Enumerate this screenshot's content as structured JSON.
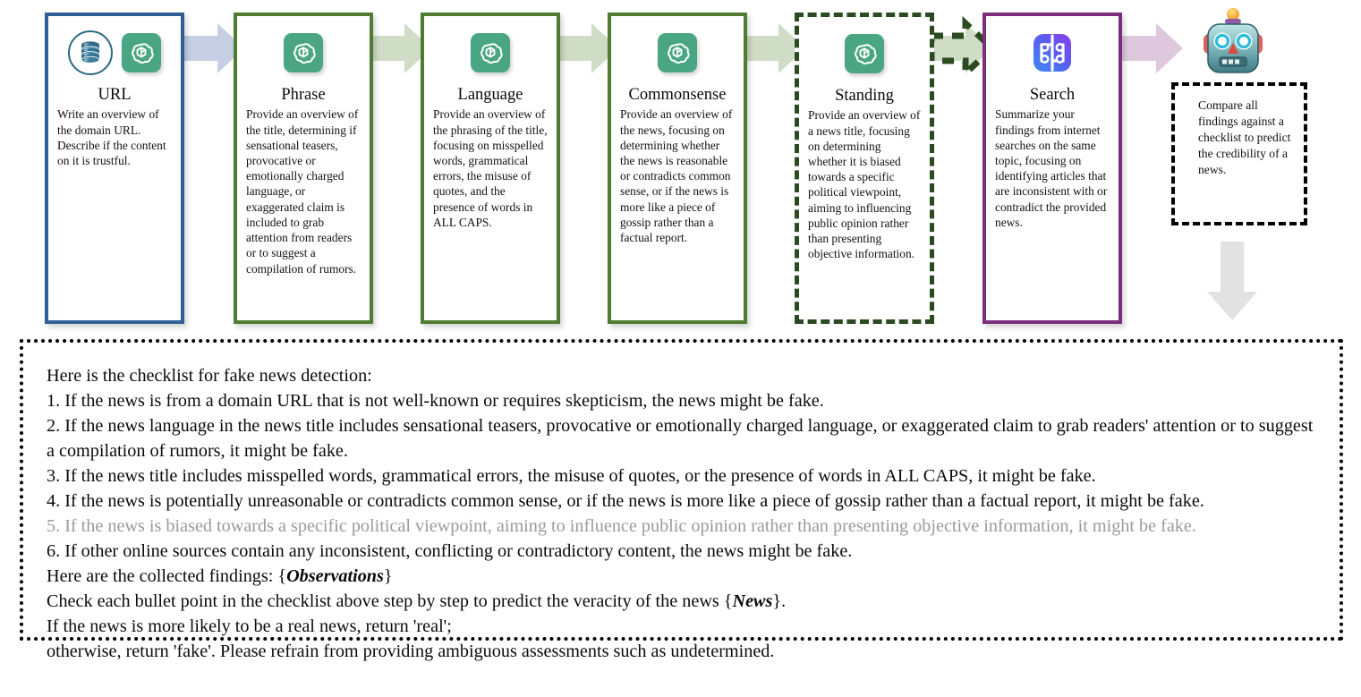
{
  "pipeline": {
    "cards": [
      {
        "id": "url",
        "title": "URL",
        "body": "Write an overview of the domain URL. Describe if the content on it is trustful.",
        "border_style": "solid",
        "border_color": "#2e5f96",
        "icons": [
          "database-icon",
          "openai-icon"
        ]
      },
      {
        "id": "phrase",
        "title": "Phrase",
        "body": "Provide an overview of the title, determining if sensational teasers, provocative or emotionally charged language, or exaggerated claim is included to grab attention from readers or to suggest a compilation of rumors.",
        "border_style": "solid",
        "border_color": "#4e7d32",
        "icons": [
          "openai-icon"
        ]
      },
      {
        "id": "language",
        "title": "Language",
        "body": "Provide an overview of the phrasing of the title, focusing on misspelled words, grammatical errors, the misuse of quotes, and the presence of words in ALL CAPS.",
        "border_style": "solid",
        "border_color": "#4e7d32",
        "icons": [
          "openai-icon"
        ]
      },
      {
        "id": "commonsense",
        "title": "Commonsense",
        "body": "Provide an overview of the news, focusing on determining whether the news is reasonable or contradicts common sense, or if the news is more like a piece of gossip rather than a factual report.",
        "border_style": "solid",
        "border_color": "#4e7d32",
        "icons": [
          "openai-icon"
        ]
      },
      {
        "id": "standing",
        "title": "Standing",
        "body": "Provide an overview of a news title, focusing on determining whether it is biased towards a specific political viewpoint, aiming to influencing public opinion rather than presenting objective information.",
        "border_style": "dashed",
        "border_color": "#2a4a20",
        "icons": [
          "openai-icon"
        ]
      },
      {
        "id": "search",
        "title": "Search",
        "body": "Summarize your findings from internet searches on the same topic, focusing on identifying articles that are inconsistent with or contradict the provided news.",
        "border_style": "solid",
        "border_color": "#7b2d7e",
        "icons": [
          "perplexity-icon"
        ]
      }
    ],
    "arrows": [
      {
        "name": "arrow-url-to-phrase",
        "fill": "#c6cfe4",
        "style": "solid"
      },
      {
        "name": "arrow-phrase-to-language",
        "fill": "#cfdcc6",
        "style": "solid"
      },
      {
        "name": "arrow-language-to-commonsense",
        "fill": "#cfdcc6",
        "style": "solid"
      },
      {
        "name": "arrow-commonsense-to-standing",
        "fill": "#cfdcc6",
        "style": "solid"
      },
      {
        "name": "arrow-standing-to-search",
        "fill": "#cfdcc6",
        "style": "dashed"
      },
      {
        "name": "arrow-search-to-robot",
        "fill": "#ddc8dd",
        "style": "solid"
      }
    ]
  },
  "output": {
    "robot_icon": "robot-icon",
    "compare_text": "Compare all findings against a checklist to predict the credibility of a news.",
    "down_arrow": "down-arrow-icon"
  },
  "checklist": {
    "heading": "Here is the checklist for fake news detection:",
    "items": [
      "1. If the news is from a domain URL that is not well-known or requires skepticism, the news might be fake.",
      "2. If the news language in the news title includes sensational teasers, provocative or emotionally charged language, or exaggerated claim to grab readers' attention or to suggest a compilation of rumors, it might be fake.",
      "3. If the news title includes misspelled words, grammatical errors, the misuse of quotes, or the presence of words in ALL CAPS, it might be fake.",
      "4. If the news is potentially unreasonable or contradicts common sense, or if the news is more like a piece of gossip rather than a factual report, it might be fake.",
      "5. If the news is biased towards a specific political viewpoint, aiming to influence public opinion rather than presenting objective information, it might be fake.",
      "6. If other online sources contain any inconsistent, conflicting or contradictory content, the news might be fake."
    ],
    "muted_item_index": 4,
    "muted_color": "#9a9a9a",
    "findings_prefix": "Here are the collected findings: {",
    "findings_placeholder": "Observations",
    "findings_suffix": "}",
    "check_prefix": "Check each bullet point in the checklist above step by step to predict the veracity of the news {",
    "check_placeholder": "News",
    "check_suffix": "}.",
    "real_line": "If the news is more likely to be a real news, return 'real';",
    "fake_line": "otherwise, return 'fake'. Please refrain from providing ambiguous assessments such as undetermined."
  }
}
